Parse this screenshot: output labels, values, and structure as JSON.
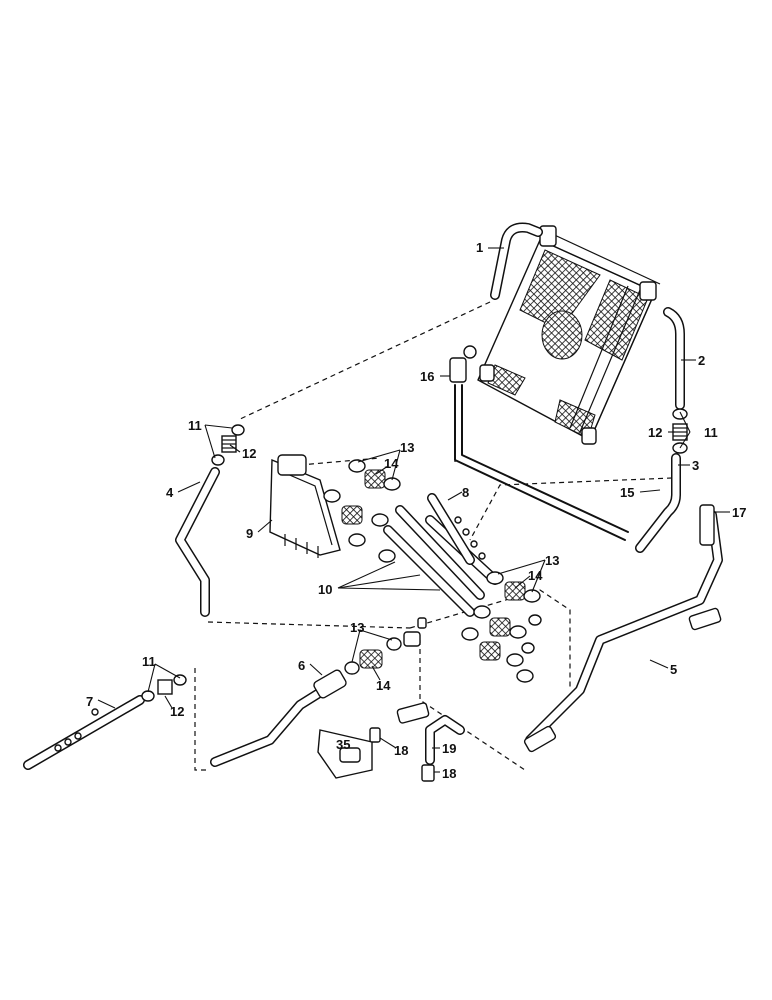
{
  "diagram": {
    "callouts": [
      {
        "id": "1",
        "text": "1"
      },
      {
        "id": "2",
        "text": "2"
      },
      {
        "id": "3",
        "text": "3"
      },
      {
        "id": "4",
        "text": "4"
      },
      {
        "id": "5",
        "text": "5"
      },
      {
        "id": "6",
        "text": "6"
      },
      {
        "id": "7",
        "text": "7"
      },
      {
        "id": "8",
        "text": "8"
      },
      {
        "id": "9",
        "text": "9"
      },
      {
        "id": "10",
        "text": "10"
      },
      {
        "id": "11a",
        "text": "11"
      },
      {
        "id": "11b",
        "text": "11"
      },
      {
        "id": "11c",
        "text": "11"
      },
      {
        "id": "12a",
        "text": "12"
      },
      {
        "id": "12b",
        "text": "12"
      },
      {
        "id": "12c",
        "text": "12"
      },
      {
        "id": "13a",
        "text": "13"
      },
      {
        "id": "13b",
        "text": "13"
      },
      {
        "id": "13c",
        "text": "13"
      },
      {
        "id": "14a",
        "text": "14"
      },
      {
        "id": "14b",
        "text": "14"
      },
      {
        "id": "14c",
        "text": "14"
      },
      {
        "id": "15",
        "text": "15"
      },
      {
        "id": "16",
        "text": "16"
      },
      {
        "id": "17",
        "text": "17"
      },
      {
        "id": "18a",
        "text": "18"
      },
      {
        "id": "18b",
        "text": "18"
      },
      {
        "id": "19",
        "text": "19"
      },
      {
        "id": "35",
        "text": "35"
      }
    ]
  }
}
